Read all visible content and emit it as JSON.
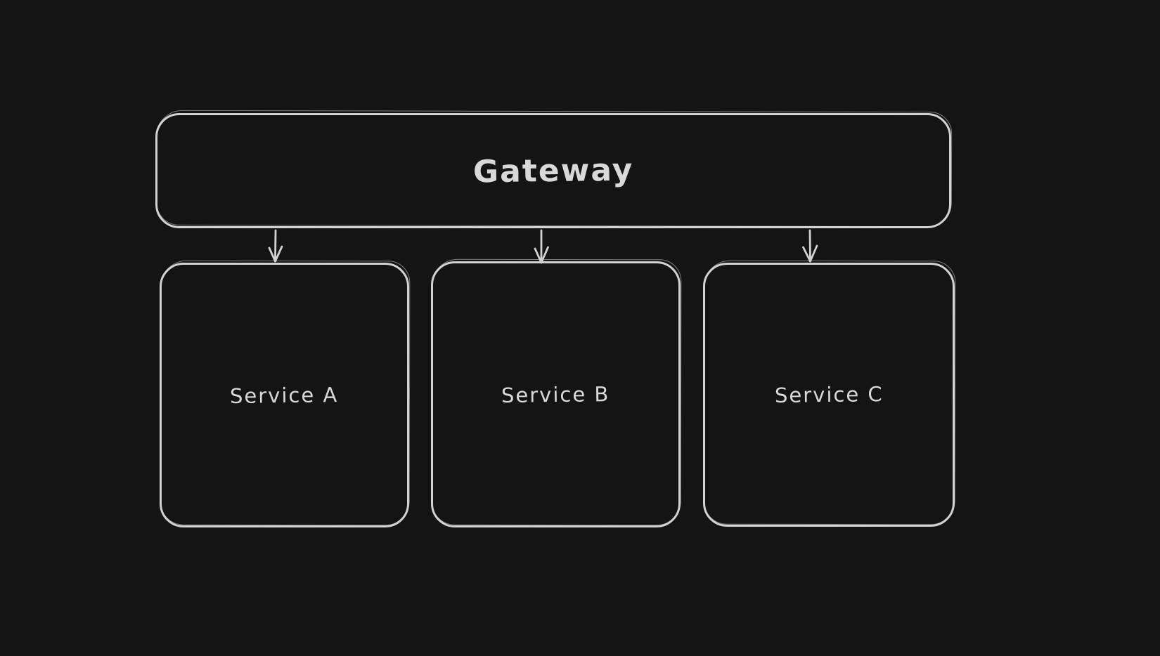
{
  "diagram": {
    "type": "flowchart",
    "colors": {
      "background": "#141414",
      "stroke": "#d2d2d2",
      "text": "#d9d9d9"
    },
    "gateway": {
      "label": "Gateway"
    },
    "services": [
      {
        "label": "Service A"
      },
      {
        "label": "Service B"
      },
      {
        "label": "Service C"
      }
    ],
    "connections": [
      {
        "from": "Gateway",
        "to": "Service A",
        "style": "open-arrow-down"
      },
      {
        "from": "Gateway",
        "to": "Service B",
        "style": "open-arrow-down"
      },
      {
        "from": "Gateway",
        "to": "Service C",
        "style": "open-arrow-down"
      }
    ]
  }
}
